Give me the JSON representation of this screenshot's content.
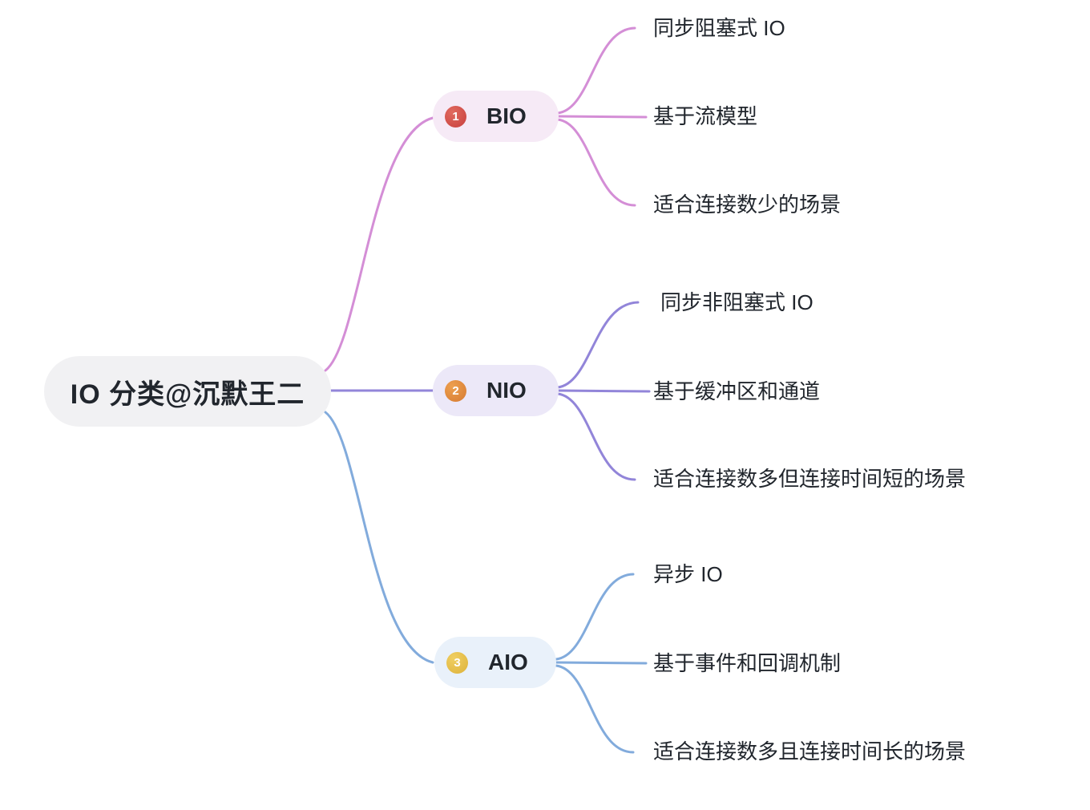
{
  "root": {
    "label": "IO 分类@沉默王二"
  },
  "branches": [
    {
      "id": "bio",
      "badge": "1",
      "label": "BIO",
      "leaves": [
        {
          "label": "同步阻塞式 IO"
        },
        {
          "label": "基于流模型"
        },
        {
          "label": "适合连接数少的场景"
        }
      ]
    },
    {
      "id": "nio",
      "badge": "2",
      "label": "NIO",
      "leaves": [
        {
          "label": "同步非阻塞式 IO"
        },
        {
          "label": "基于缓冲区和通道"
        },
        {
          "label": "适合连接数多但连接时间短的场景"
        }
      ]
    },
    {
      "id": "aio",
      "badge": "3",
      "label": "AIO",
      "leaves": [
        {
          "label": "异步 IO"
        },
        {
          "label": "基于事件和回调机制"
        },
        {
          "label": "适合连接数多且连接时间长的场景"
        }
      ]
    }
  ],
  "colors": {
    "bio_line": "#d48ed6",
    "nio_line": "#9285d9",
    "aio_line": "#82abdc",
    "bio_node_bg": "#f6eaf6",
    "nio_node_bg": "#ece8f8",
    "aio_node_bg": "#e9f1fa",
    "root_node_bg": "#f1f1f3",
    "badge_1": "#d34b4b",
    "badge_2": "#df8a40",
    "badge_3": "#eac24e",
    "text": "#21262d"
  }
}
